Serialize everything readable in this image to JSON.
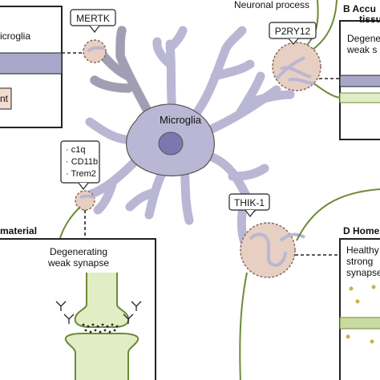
{
  "labels": {
    "neuronal_process": "Neuronal process",
    "panel_b_title_1": "B  Accu",
    "panel_b_title_2": "tissu",
    "panel_b_text_1": "Degene",
    "panel_b_text_2": "weak s",
    "panel_a_text": "icroglia",
    "panel_a_text_2": "nt",
    "mertk": "MERTK",
    "p2ry12": "P2RY12",
    "microglia": "Microglia",
    "receptors": [
      "c1q",
      "CD11b",
      "Trem2"
    ],
    "thik1": "THIK-1",
    "panel_c_title": "material",
    "panel_c_text_1": "Degenerating",
    "panel_c_text_2": "weak synapse",
    "panel_d_title": "D  Home",
    "panel_d_text_1": "Healthy",
    "panel_d_text_2": "strong",
    "panel_d_text_3": "synapse"
  },
  "colors": {
    "microglia_fill": "#b9b7d3",
    "nucleus_fill": "#7b78b0",
    "zoom_circle_fill": "#e8cfc3",
    "neuron_fill": "#e1edc4",
    "neuron_stroke": "#6e8a38",
    "panel_band": "#a9a7c9",
    "box_stroke": "#222222"
  }
}
